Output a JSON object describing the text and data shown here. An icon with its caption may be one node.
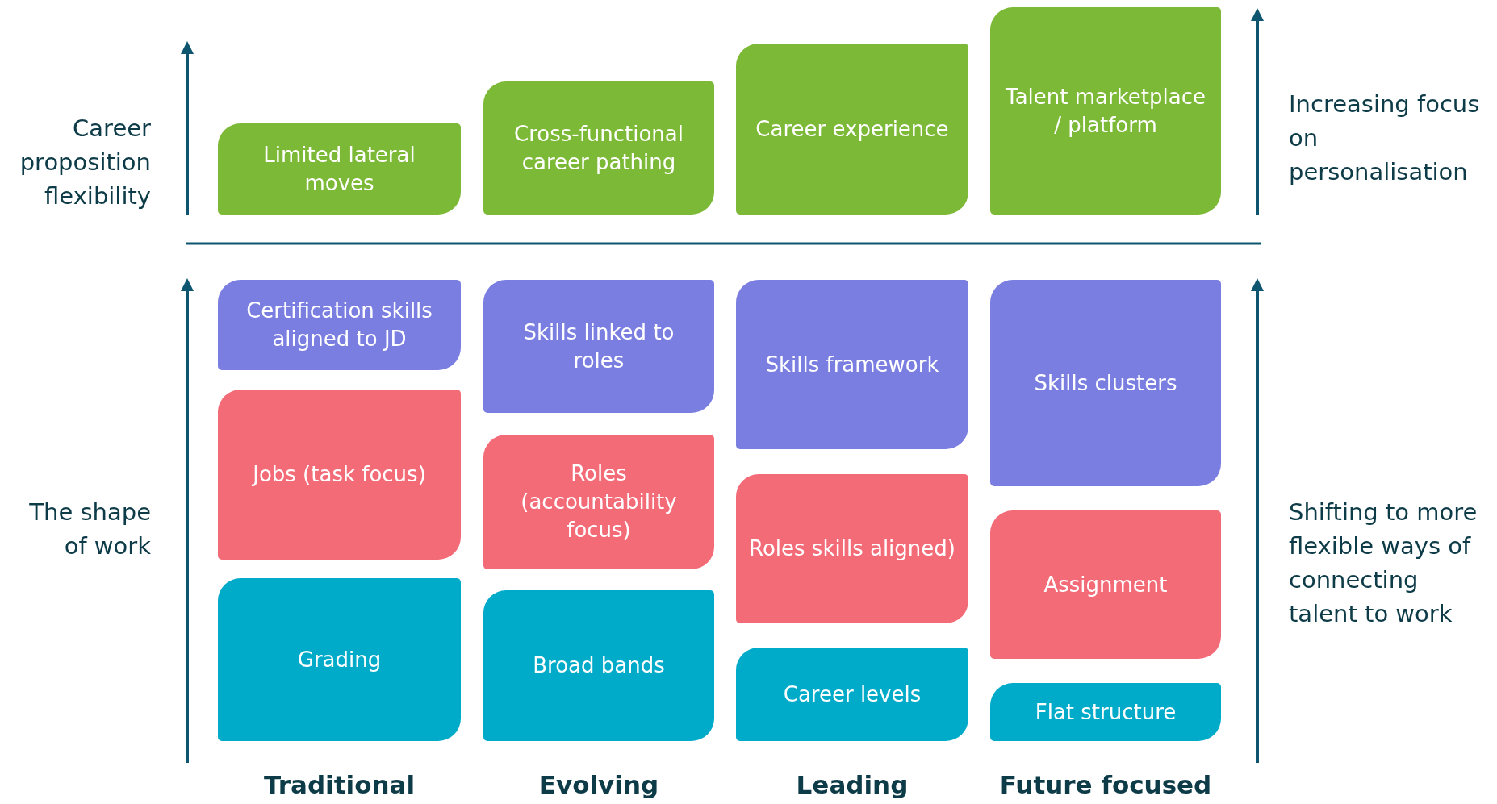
{
  "diagram": {
    "nodes": [
      {
        "text": [
          "Limited lateral moves"
        ]
      },
      {
        "text": [
          "Cross-functional career pathing"
        ]
      },
      {
        "text": [
          "Career experience"
        ]
      },
      {
        "text": [
          "Talent marketplace / platform"
        ]
      },
      {
        "text": [
          "Certification skills aligned to JD"
        ]
      },
      {
        "text": [
          "Skills linked to roles"
        ]
      },
      {
        "text": [
          "Skills framework"
        ]
      },
      {
        "text": [
          "Skills clusters"
        ]
      },
      {
        "text": [
          "Jobs (task focus)"
        ]
      },
      {
        "text": [
          "Roles (accountability focus)"
        ]
      },
      {
        "text": [
          "Roles skills aligned)"
        ]
      },
      {
        "text": [
          "Assignment"
        ]
      },
      {
        "text": [
          "Grading"
        ]
      },
      {
        "text": [
          "Broad bands"
        ]
      },
      {
        "text": [
          "Career levels"
        ]
      },
      {
        "text": [
          "Flat structure"
        ]
      }
    ],
    "edges": [],
    "labels": [
      "Career proposition flexibility",
      "Increasing focus on personalisation",
      "The shape of work",
      "Shifting to more flexible ways of connecting talent to work",
      "Traditional",
      "Evolving",
      "Leading",
      "Future focused"
    ]
  }
}
